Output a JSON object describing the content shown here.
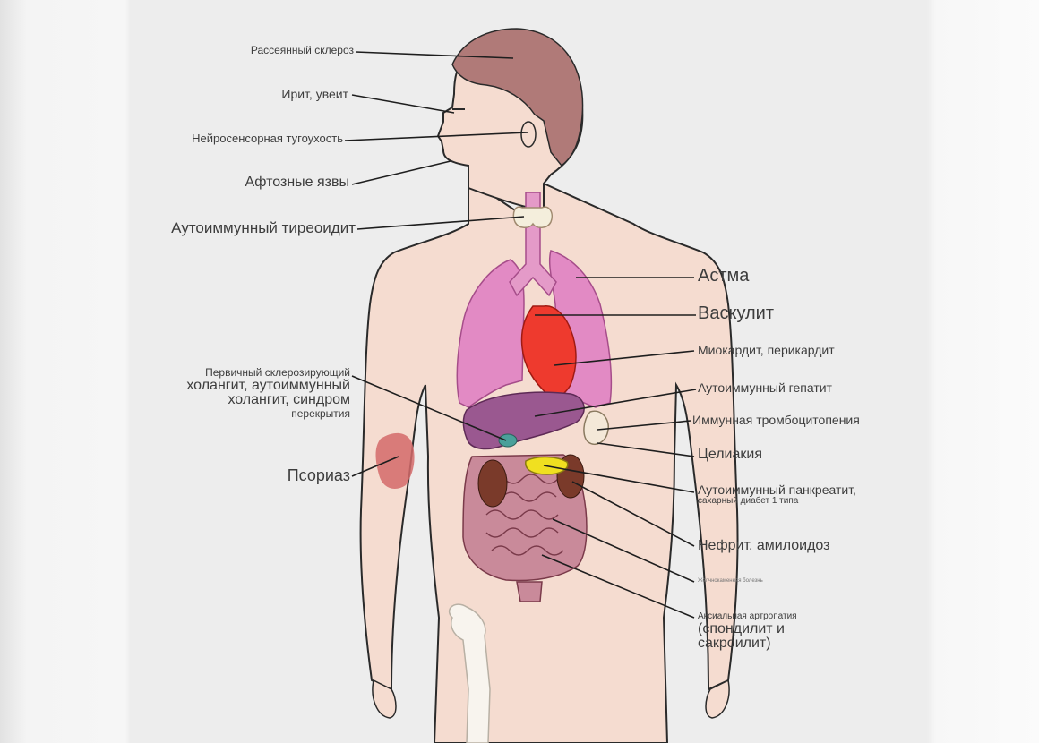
{
  "labels": {
    "ms": "Рассеянный склероз",
    "iritis": "Ирит, увеит",
    "hearing": "Нейросенсорная тугоухость",
    "ulcers": "Афтозные язвы",
    "thyroiditis": "Аутоиммунный тиреоидит",
    "cholangitis": {
      "line1": "Первичный склерозирующий",
      "line2": "холангит, аутоиммунный",
      "line3": "холангит, синдром",
      "line4": "перекрытия"
    },
    "psoriasis": "Псориаз",
    "asthma": "Астма",
    "vasculitis": "Васкулит",
    "myocarditis": "Миокардит, перикардит",
    "hepatitis": "Аутоиммунный гепатит",
    "thrombocytopenia": "Иммунная тромбоцитопения",
    "celiac": "Целиакия",
    "pancreatitis": {
      "line1": "Аутоиммунный панкреатит,",
      "line2": "сахарный диабет 1 типа"
    },
    "nephritis": "Нефрит, амилоидоз",
    "gallstones": "Желчнокаменная болезнь",
    "arthropathy": {
      "line1": "Аксиальная артропатия",
      "line2": "(спондилит и",
      "line3": "сакроилит)"
    }
  },
  "icons": {
    "body": "human-body-figure",
    "organs": [
      "lungs",
      "trachea",
      "heart",
      "liver",
      "gallbladder",
      "spleen",
      "pancreas",
      "kidneys",
      "intestines",
      "thyroid",
      "femur",
      "psoriasis-patch"
    ]
  },
  "colors": {
    "skin": "#f5dcd0",
    "hair": "#b07a78",
    "lungs": "#e28ac4",
    "heart": "#ee3a2e",
    "liver": "#9a5890",
    "intestines": "#c98a9a",
    "kidneys": "#7a3a2a",
    "pancreas": "#f0e020",
    "psoriasis": "#d36a6a",
    "gallbladder": "#4aa09a"
  }
}
